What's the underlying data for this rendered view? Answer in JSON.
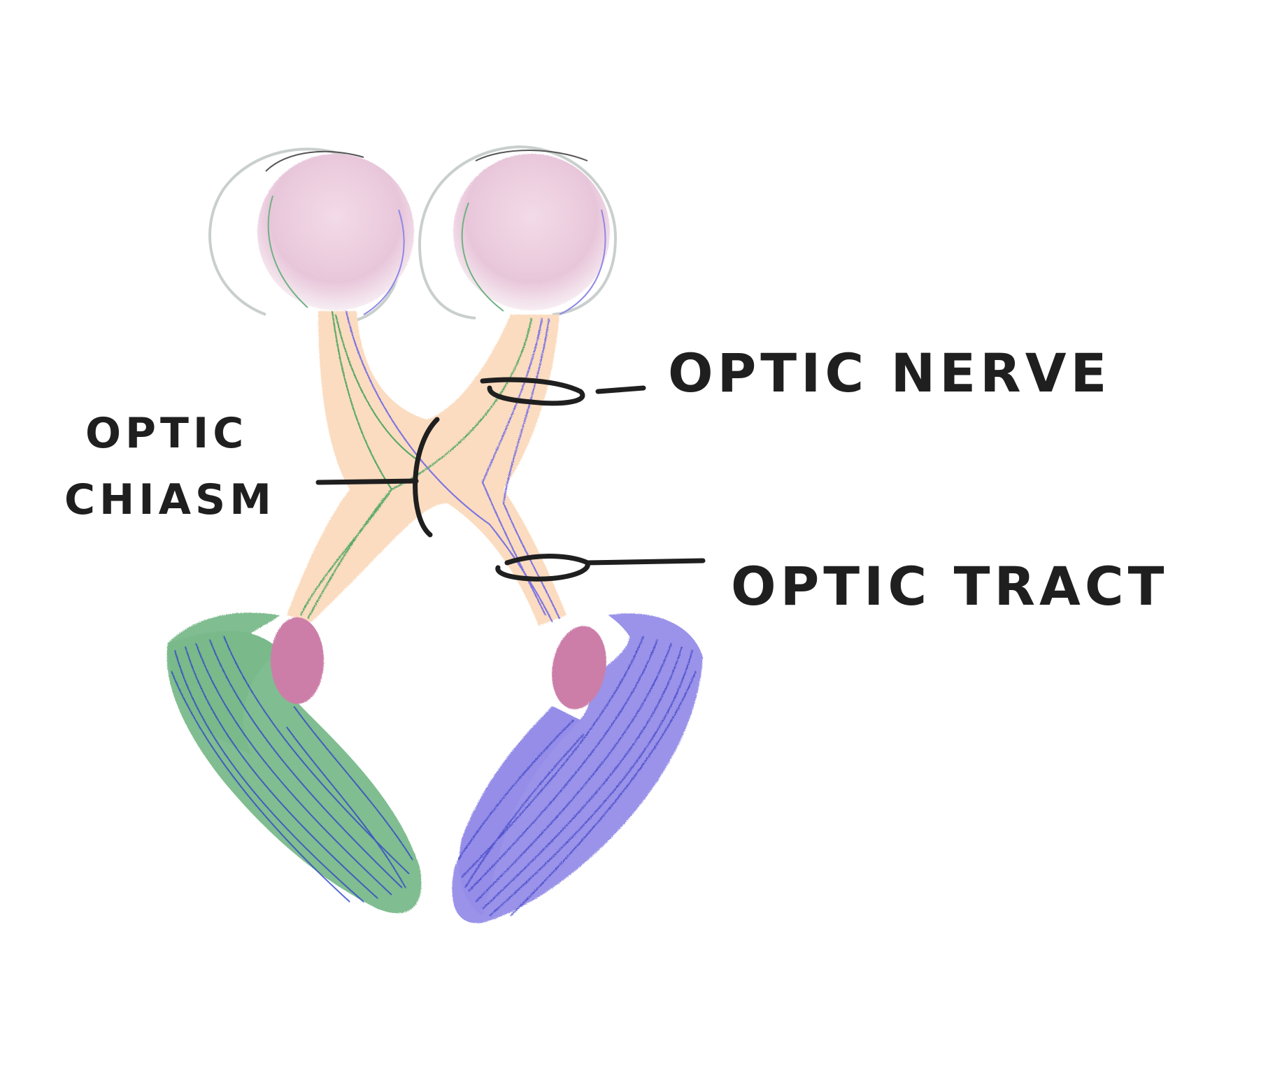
{
  "labels": {
    "optic_nerve": "OPTIC NERVE",
    "optic_chiasm_line1": "OPTIC",
    "optic_chiasm_line2": "CHIASM",
    "optic_tract": "OPTIC TRACT"
  },
  "colors": {
    "eyeball": "#e9c9dc",
    "nerve_fill": "#fbdcc0",
    "green_radiation": "#6fb283",
    "purple_radiation": "#8f88e6",
    "lgn": "#cc7ea8",
    "green_fiber": "#5aa96b",
    "purple_fiber": "#7d74e0",
    "blue_stroke": "#2f46c8",
    "ink": "#1f1f1f"
  }
}
